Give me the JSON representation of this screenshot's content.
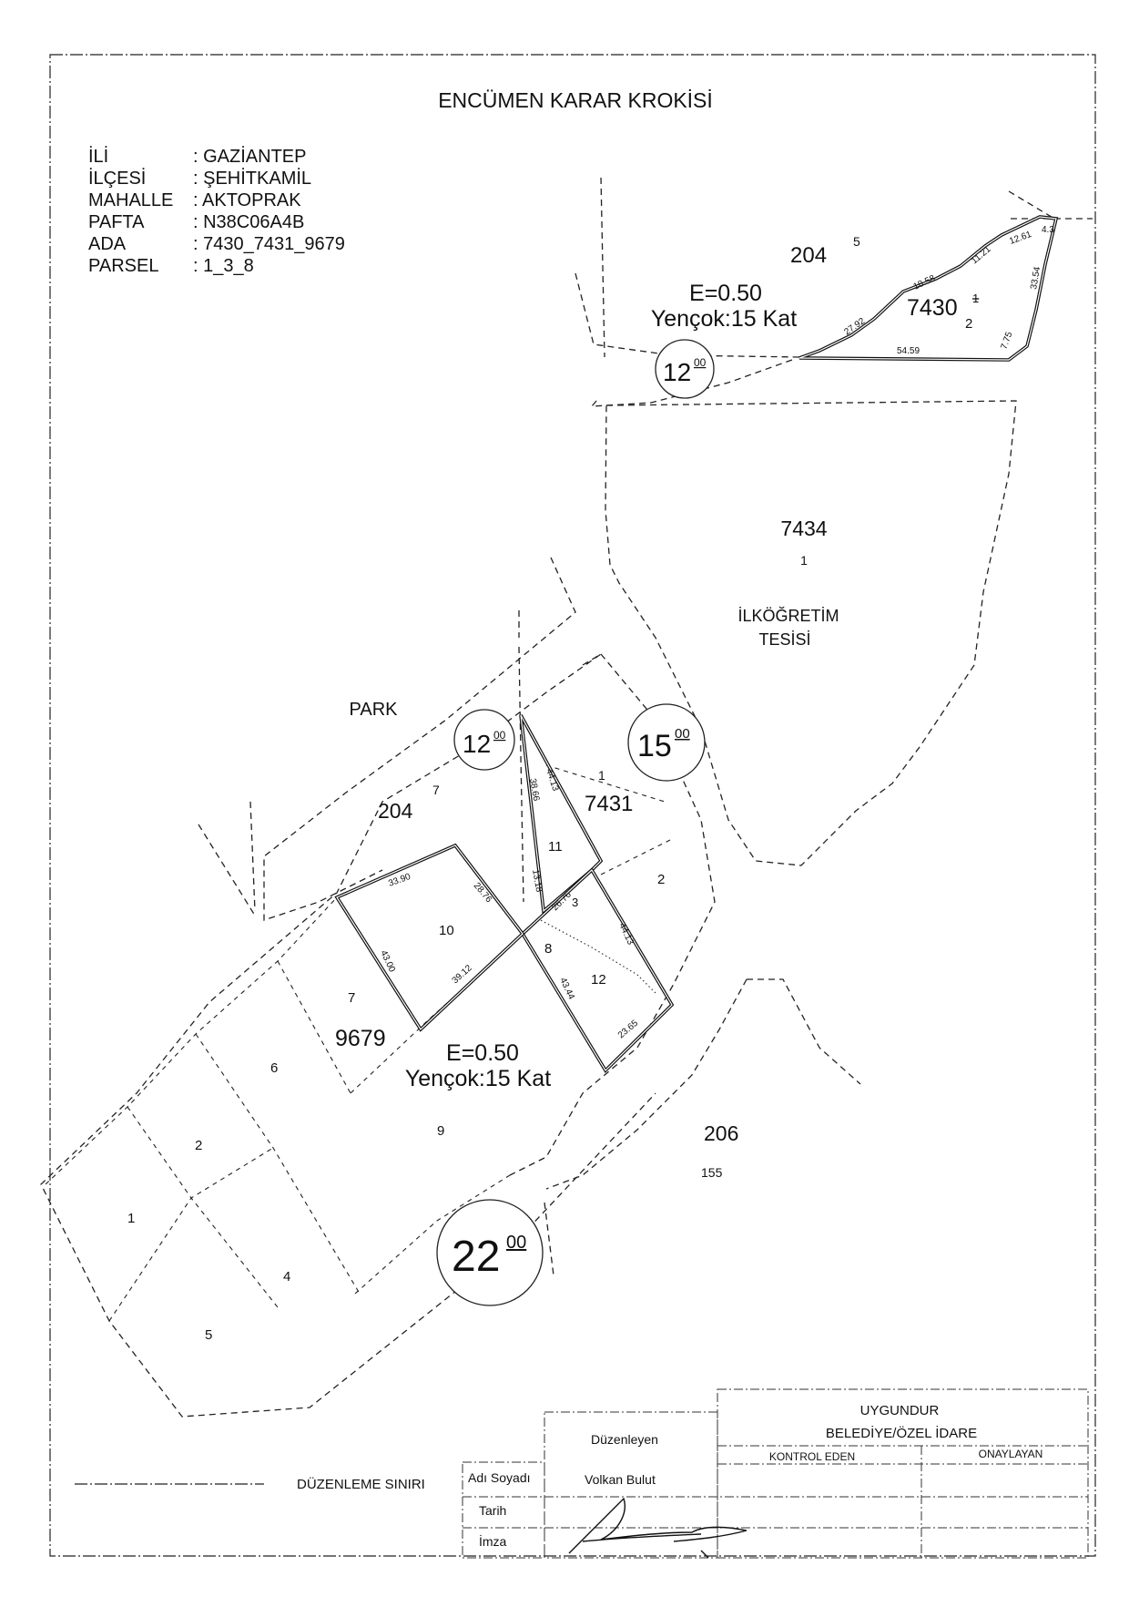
{
  "title": "ENCÜMEN KARAR KROKİSİ",
  "info": {
    "rows": [
      {
        "key": "İLİ",
        "value": ": GAZİANTEP"
      },
      {
        "key": "İLÇESİ",
        "value": ": ŞEHİTKAMİL"
      },
      {
        "key": "MAHALLE",
        "value": ": AKTOPRAK"
      },
      {
        "key": "PAFTA",
        "value": ": N38C06A4B"
      },
      {
        "key": "ADA",
        "value": ": 7430_7431_9679"
      },
      {
        "key": "PARSEL",
        "value": ": 1_3_8"
      }
    ]
  },
  "map": {
    "blocks": {
      "b204_top": "204",
      "b204_top_n": "5",
      "b7430": "7430",
      "b7430_n": "2",
      "b7430_old": "1",
      "b7434": "7434",
      "b7434_n": "1",
      "b7434_use_1": "İLKÖĞRETİM",
      "b7434_use_2": "TESİSİ",
      "park": "PARK",
      "b204_mid": "204",
      "b204_mid_n": "7",
      "b7431": "7431",
      "b7431_n": "1",
      "b9679": "9679",
      "b206": "206",
      "b206_n": "155"
    },
    "zoning_top": {
      "e": "E=0.50",
      "h": "Yençok:15 Kat"
    },
    "zoning_bottom": {
      "e": "E=0.50",
      "h": "Yençok:15 Kat"
    },
    "roads": [
      {
        "main": "12",
        "sup": "00"
      },
      {
        "main": "12",
        "sup": "00"
      },
      {
        "main": "15",
        "sup": "00"
      },
      {
        "main": "22",
        "sup": "00"
      }
    ],
    "parcel_numbers": [
      "11",
      "2",
      "10",
      "3",
      "8",
      "12",
      "7",
      "6",
      "2",
      "9",
      "1",
      "4",
      "5"
    ],
    "dimensions": {
      "d7430": [
        "27.92",
        "18.58",
        "11.21",
        "12.61",
        "4.3",
        "33.54",
        "7.75",
        "54.59"
      ],
      "d7431": [
        "38.66",
        "44.13",
        "13.18",
        "26.76",
        "44.13",
        "23.65",
        "43.44"
      ],
      "d9679": [
        "33.90",
        "28.76",
        "43.00",
        "39.12"
      ]
    }
  },
  "legend": {
    "label": "DÜZENLEME SINIRI"
  },
  "signature_table": {
    "uygundur": "UYGUNDUR",
    "authority": "BELEDİYE/ÖZEL İDARE",
    "kontrol": "KONTROL EDEN",
    "onay": "ONAYLAYAN",
    "duzenleyen": "Düzenleyen",
    "name_label": "Adı Soyadı",
    "name_value": "Volkan Bulut",
    "date_label": "Tarih",
    "sign_label": "İmza"
  }
}
